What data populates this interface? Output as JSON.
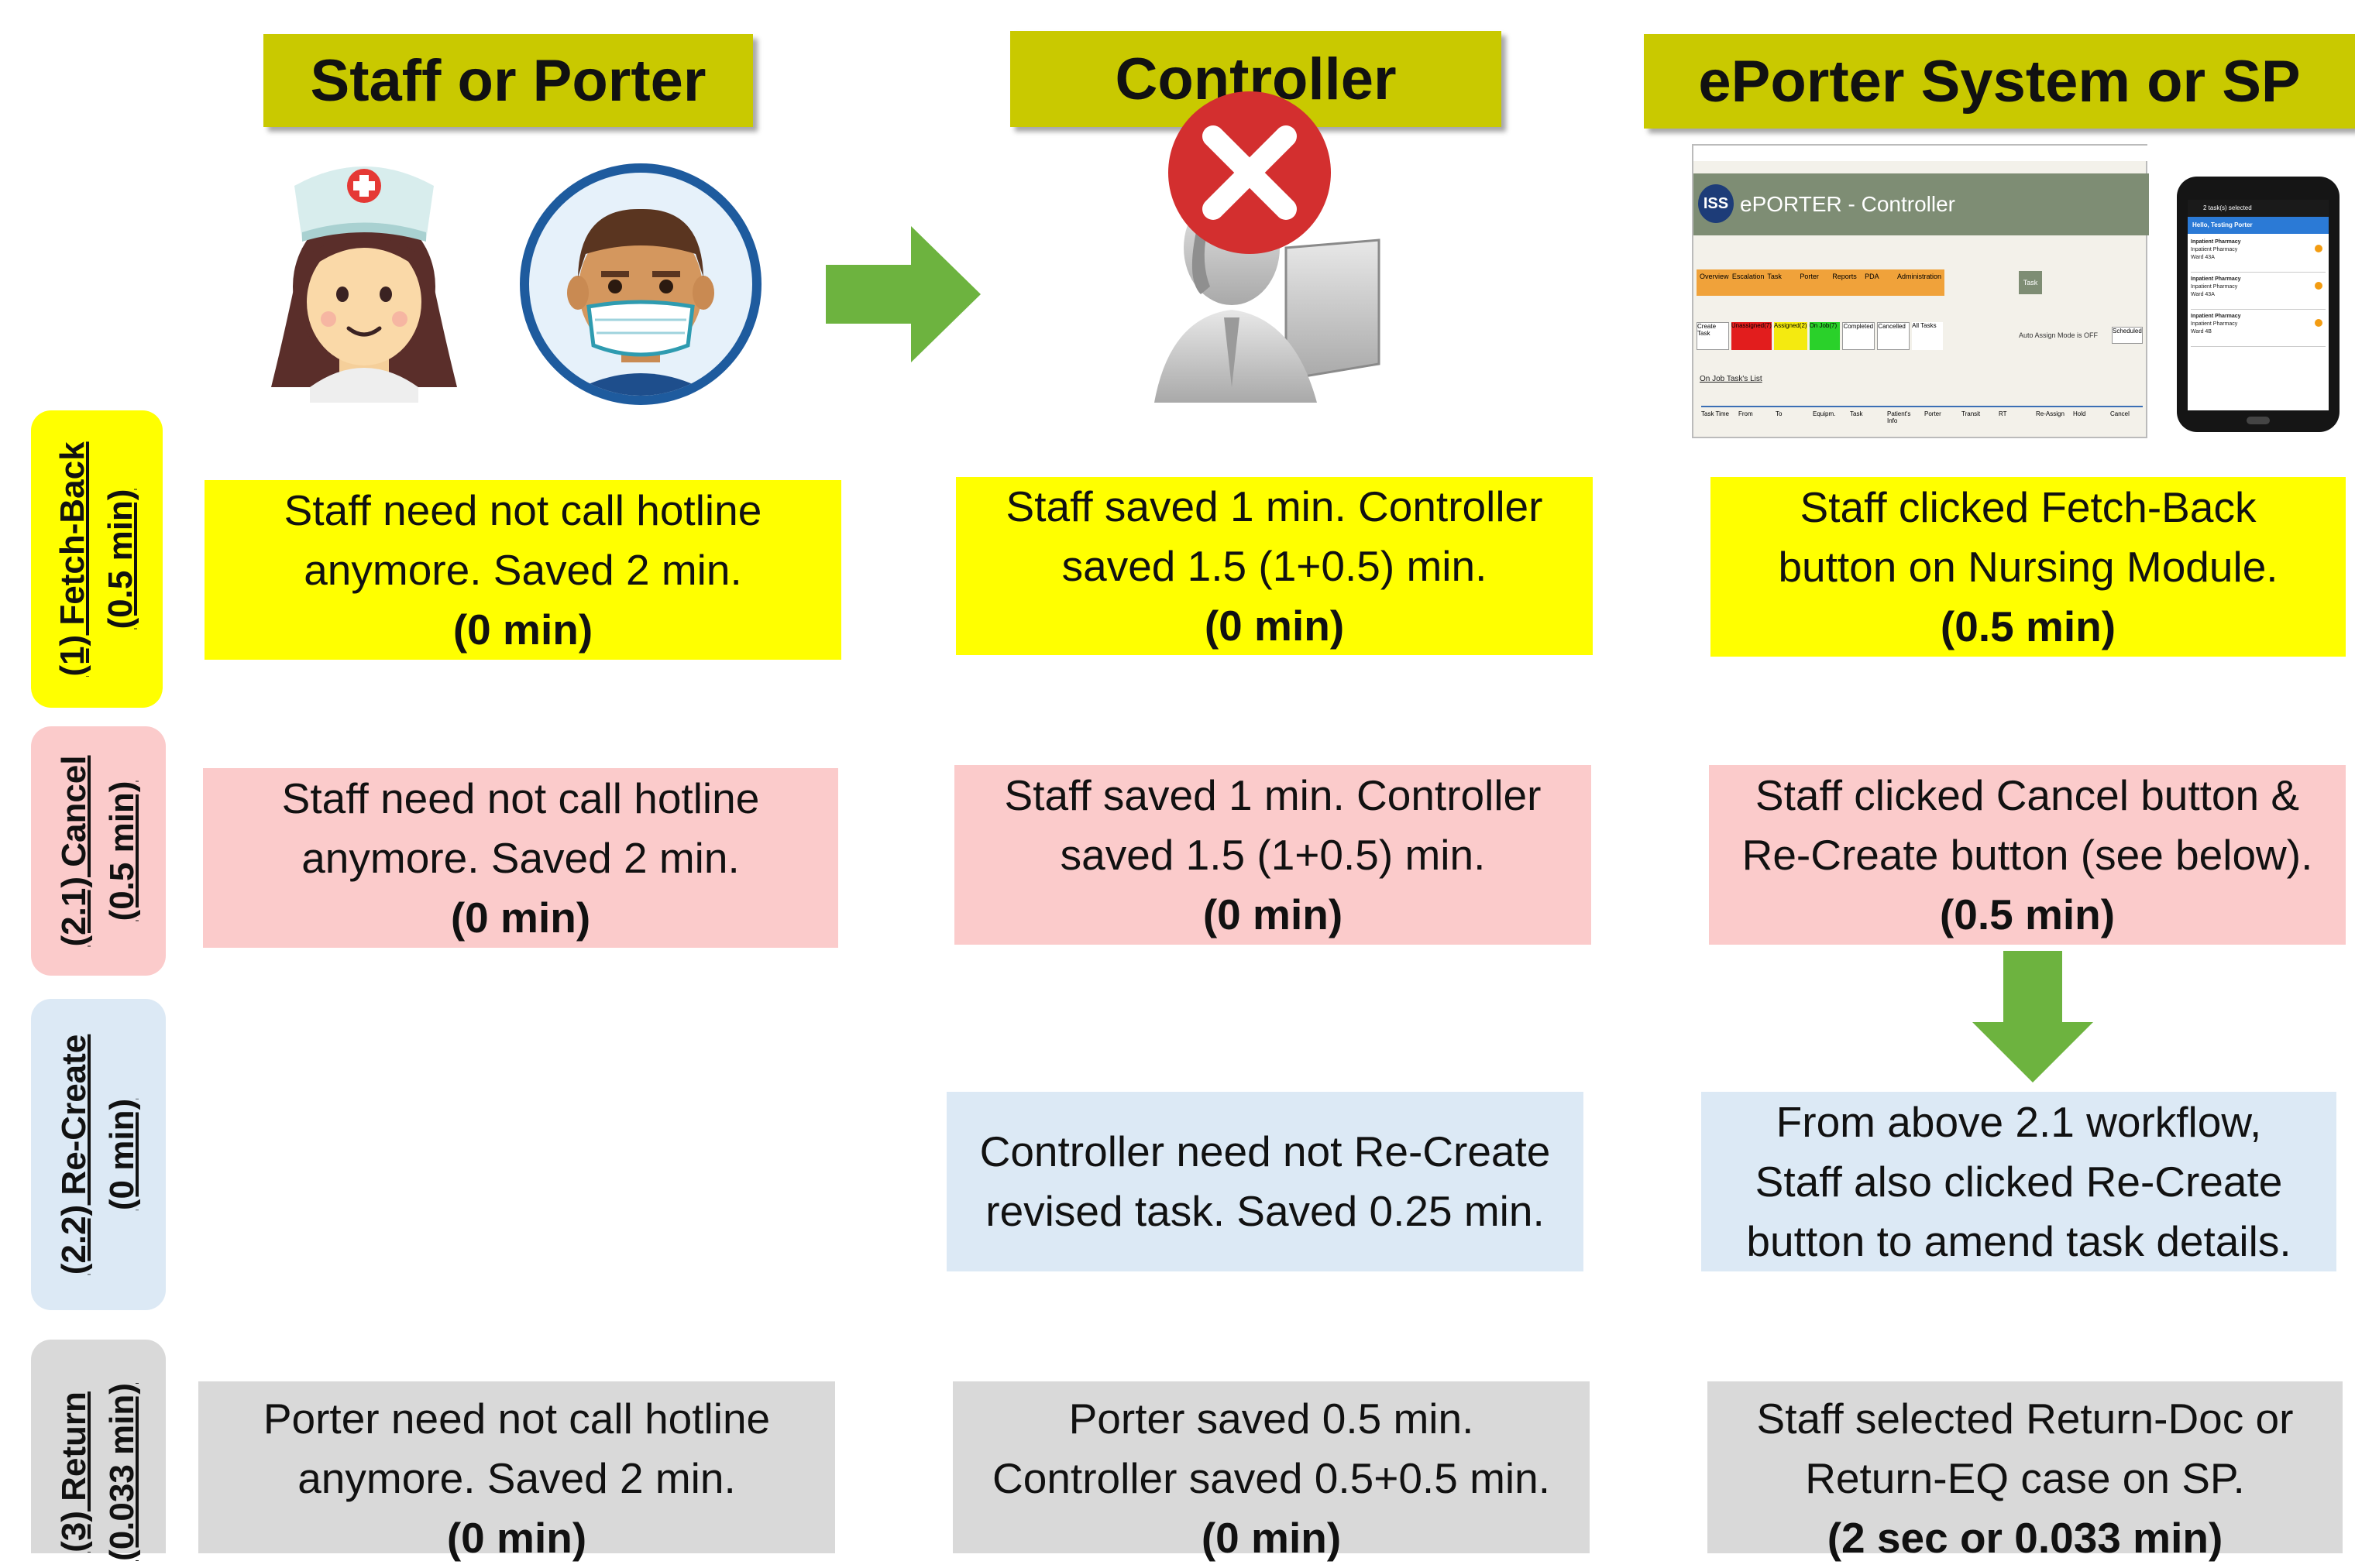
{
  "headers": {
    "staff": "Staff or Porter",
    "controller": "Controller",
    "system": "ePorter System or SP"
  },
  "row_labels": [
    {
      "line1": "(1) Fetch-Back",
      "line2": "(0.5 min)"
    },
    {
      "line1": "(2.1) Cancel",
      "line2": "(0.5 min)"
    },
    {
      "line1": "(2.2) Re-Create",
      "line2": "(0 min)"
    },
    {
      "line1": "(3) Return",
      "line2": "(0.033 min)"
    }
  ],
  "cells": {
    "fetch_staff": {
      "l1": "Staff need not call hotline",
      "l2": "anymore. Saved 2 min.",
      "l3": "(0 min)"
    },
    "fetch_controller": {
      "l1": "Staff saved 1 min. Controller",
      "l2": "saved 1.5 (1+0.5) min.",
      "l3": "(0 min)"
    },
    "fetch_system": {
      "l1": "Staff clicked Fetch-Back",
      "l2": "button on Nursing Module.",
      "l3": "(0.5 min)"
    },
    "cancel_staff": {
      "l1": "Staff need not call hotline",
      "l2": "anymore. Saved 2 min.",
      "l3": "(0 min)"
    },
    "cancel_controller": {
      "l1": "Staff saved 1 min. Controller",
      "l2": "saved 1.5 (1+0.5) min.",
      "l3": "(0 min)"
    },
    "cancel_system": {
      "l1": "Staff clicked Cancel button &",
      "l2": "Re-Create button (see below).",
      "l3": "(0.5 min)"
    },
    "recreate_controller": {
      "l1": "Controller need not Re-Create",
      "l2": "revised task. Saved 0.25 min."
    },
    "recreate_system": {
      "l1": "From above 2.1 workflow,",
      "l2": "Staff also clicked Re-Create",
      "l3": "button to amend task details."
    },
    "return_staff": {
      "l1": "Porter need not call hotline",
      "l2": "anymore. Saved 2 min.",
      "l3": "(0 min)"
    },
    "return_controller": {
      "l1": "Porter saved 0.5 min.",
      "l2": "Controller saved 0.5+0.5 min.",
      "l3": "(0 min)"
    },
    "return_system": {
      "l1": "Staff selected Return-Doc or",
      "l2": "Return-EQ case on SP.",
      "l3": "(2 sec or 0.033 min)"
    }
  },
  "screenshot": {
    "logo": "ISS",
    "title": "ePORTER - Controller",
    "tabs": [
      "Overview",
      "Escalation",
      "Task",
      "Porter",
      "Reports",
      "PDA",
      "Administration"
    ],
    "task_button": "Task",
    "filters": [
      "Create Task",
      "Unassigned(7)",
      "Assigned(2)",
      "On Job(7)",
      "Completed",
      "Cancelled",
      "All Tasks"
    ],
    "auto_assign": "Auto Assign Mode is OFF",
    "scheduled": "Scheduled",
    "list_title": "On Job Task's List",
    "columns": [
      "Task Time",
      "From",
      "To",
      "Equipm.",
      "Task",
      "Patient's Info",
      "Porter",
      "Transit",
      "RT",
      "Re-Assign",
      "Hold",
      "Cancel"
    ]
  },
  "phone": {
    "status": "2 task(s) selected",
    "greeting": "Hello, Testing Porter",
    "items": [
      {
        "title": "Inpatient Pharmacy",
        "from": "Inpatient Pharmacy",
        "to": "Ward 43A"
      },
      {
        "title": "Inpatient Pharmacy",
        "from": "Inpatient Pharmacy",
        "to": "Ward 43A"
      },
      {
        "title": "Inpatient Pharmacy",
        "from": "Inpatient Pharmacy",
        "to": "Ward 4B"
      }
    ]
  },
  "colors": {
    "header": "#c9c900",
    "yellow": "#ffff00",
    "pink": "#fbcbcb",
    "blue": "#dce9f5",
    "gray": "#d9d9d9",
    "arrow": "#6db33f",
    "cross": "#d32f2f"
  },
  "icons": [
    "nurse-icon",
    "porter-mask-icon",
    "right-arrow-icon",
    "controller-operator-icon",
    "cross-icon",
    "eporter-screenshot",
    "phone-icon",
    "down-arrow-icon"
  ]
}
